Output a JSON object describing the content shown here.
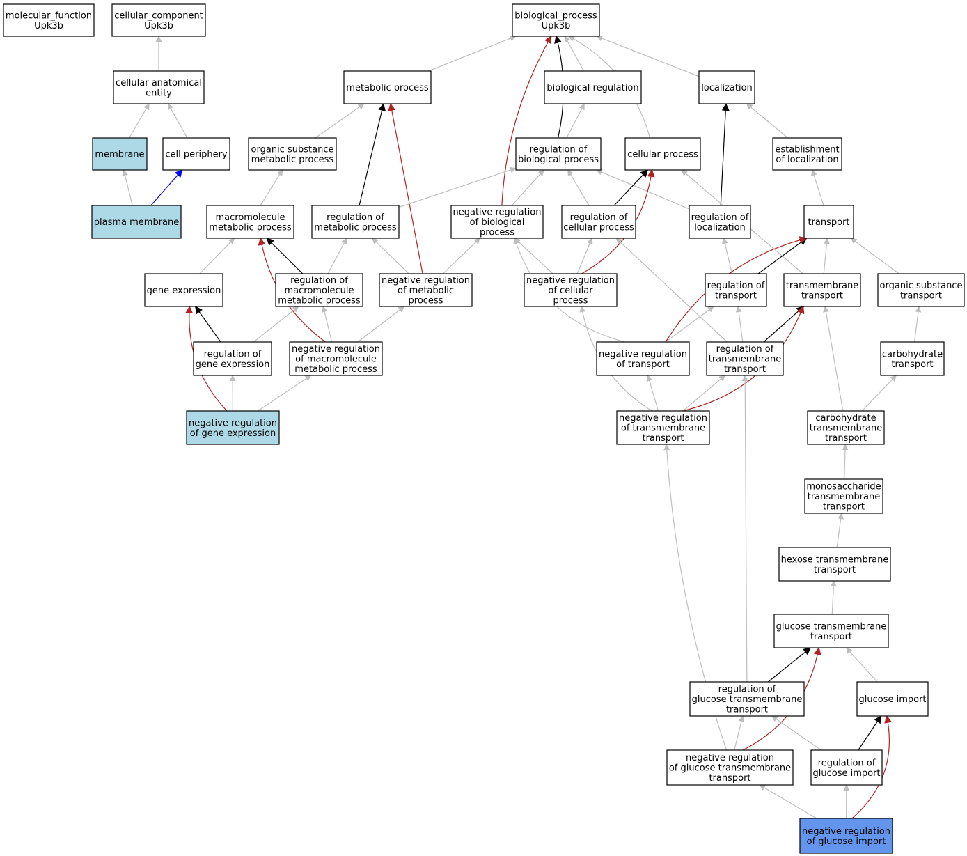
{
  "colors": {
    "default_fill": "#ffffff",
    "highlight_fill": "#add8e6",
    "query_fill": "#6495ed",
    "edge_is_a": "#bebebe",
    "edge_part_of": "#0000ff",
    "edge_regulates": "#000000",
    "edge_neg_regulates": "#b22222"
  },
  "nodes": [
    {
      "id": "mf",
      "lines": [
        "molecular_function",
        "Upk3b"
      ],
      "style": "default"
    },
    {
      "id": "cc",
      "lines": [
        "cellular_component",
        "Upk3b"
      ],
      "style": "default"
    },
    {
      "id": "bp",
      "lines": [
        "biological_process",
        "Upk3b"
      ],
      "style": "default"
    },
    {
      "id": "cae",
      "lines": [
        "cellular anatomical",
        "entity"
      ],
      "style": "default"
    },
    {
      "id": "membrane",
      "lines": [
        "membrane"
      ],
      "style": "highlight"
    },
    {
      "id": "cellperiph",
      "lines": [
        "cell periphery"
      ],
      "style": "default"
    },
    {
      "id": "plasmamem",
      "lines": [
        "plasma membrane"
      ],
      "style": "highlight"
    },
    {
      "id": "metab",
      "lines": [
        "metabolic process"
      ],
      "style": "default"
    },
    {
      "id": "bioreg",
      "lines": [
        "biological regulation"
      ],
      "style": "default"
    },
    {
      "id": "local",
      "lines": [
        "localization"
      ],
      "style": "default"
    },
    {
      "id": "orgsub",
      "lines": [
        "organic substance",
        "metabolic process"
      ],
      "style": "default"
    },
    {
      "id": "regbio",
      "lines": [
        "regulation of",
        "biological process"
      ],
      "style": "default"
    },
    {
      "id": "cellproc",
      "lines": [
        "cellular process"
      ],
      "style": "default"
    },
    {
      "id": "estloc",
      "lines": [
        "establishment",
        "of localization"
      ],
      "style": "default"
    },
    {
      "id": "macro",
      "lines": [
        "macromolecule",
        "metabolic process"
      ],
      "style": "default"
    },
    {
      "id": "regmetab",
      "lines": [
        "regulation of",
        "metabolic process"
      ],
      "style": "default"
    },
    {
      "id": "negregbio",
      "lines": [
        "negative regulation",
        "of biological",
        "process"
      ],
      "style": "default"
    },
    {
      "id": "regcell",
      "lines": [
        "regulation of",
        "cellular process"
      ],
      "style": "default"
    },
    {
      "id": "regloc",
      "lines": [
        "regulation of",
        "localization"
      ],
      "style": "default"
    },
    {
      "id": "transport",
      "lines": [
        "transport"
      ],
      "style": "default"
    },
    {
      "id": "geneexp",
      "lines": [
        "gene expression"
      ],
      "style": "default"
    },
    {
      "id": "regmacro",
      "lines": [
        "regulation of",
        "macromolecule",
        "metabolic process"
      ],
      "style": "default"
    },
    {
      "id": "negregmetab",
      "lines": [
        "negative regulation",
        "of metabolic",
        "process"
      ],
      "style": "default"
    },
    {
      "id": "negregcell",
      "lines": [
        "negative regulation",
        "of cellular",
        "process"
      ],
      "style": "default"
    },
    {
      "id": "regtrans",
      "lines": [
        "regulation of",
        "transport"
      ],
      "style": "default"
    },
    {
      "id": "tmtrans",
      "lines": [
        "transmembrane",
        "transport"
      ],
      "style": "default"
    },
    {
      "id": "orgsubtrans",
      "lines": [
        "organic substance",
        "transport"
      ],
      "style": "default"
    },
    {
      "id": "reggeneexp",
      "lines": [
        "regulation of",
        "gene expression"
      ],
      "style": "default"
    },
    {
      "id": "negregmacro",
      "lines": [
        "negative regulation",
        "of macromolecule",
        "metabolic process"
      ],
      "style": "default"
    },
    {
      "id": "negregtrans",
      "lines": [
        "negative regulation",
        "of transport"
      ],
      "style": "default"
    },
    {
      "id": "regtmtrans",
      "lines": [
        "regulation of",
        "transmembrane",
        "transport"
      ],
      "style": "default"
    },
    {
      "id": "carbtrans",
      "lines": [
        "carbohydrate",
        "transport"
      ],
      "style": "default"
    },
    {
      "id": "negreggeneexp",
      "lines": [
        "negative regulation",
        "of gene expression"
      ],
      "style": "highlight"
    },
    {
      "id": "negregtmtrans",
      "lines": [
        "negative regulation",
        "of transmembrane",
        "transport"
      ],
      "style": "default"
    },
    {
      "id": "carbtmtrans",
      "lines": [
        "carbohydrate",
        "transmembrane",
        "transport"
      ],
      "style": "default"
    },
    {
      "id": "monotm",
      "lines": [
        "monosaccharide",
        "transmembrane",
        "transport"
      ],
      "style": "default"
    },
    {
      "id": "hexosetm",
      "lines": [
        "hexose transmembrane",
        "transport"
      ],
      "style": "default"
    },
    {
      "id": "glucosetm",
      "lines": [
        "glucose transmembrane",
        "transport"
      ],
      "style": "default"
    },
    {
      "id": "regglutm",
      "lines": [
        "regulation of",
        "glucose transmembrane",
        "transport"
      ],
      "style": "default"
    },
    {
      "id": "glucimp",
      "lines": [
        "glucose import"
      ],
      "style": "default"
    },
    {
      "id": "negregglutm",
      "lines": [
        "negative regulation",
        "of glucose transmembrane",
        "transport"
      ],
      "style": "default"
    },
    {
      "id": "regglucimp",
      "lines": [
        "regulation of",
        "glucose import"
      ],
      "style": "default"
    },
    {
      "id": "negregglucimp",
      "lines": [
        "negative regulation",
        "of glucose import"
      ],
      "style": "query"
    }
  ],
  "edges": [
    {
      "from": "cae",
      "to": "cc",
      "type": "is_a"
    },
    {
      "from": "membrane",
      "to": "cae",
      "type": "is_a"
    },
    {
      "from": "cellperiph",
      "to": "cae",
      "type": "is_a"
    },
    {
      "from": "plasmamem",
      "to": "membrane",
      "type": "is_a"
    },
    {
      "from": "plasmamem",
      "to": "cellperiph",
      "type": "part_of"
    },
    {
      "from": "metab",
      "to": "bp",
      "type": "is_a"
    },
    {
      "from": "bioreg",
      "to": "bp",
      "type": "is_a"
    },
    {
      "from": "local",
      "to": "bp",
      "type": "is_a"
    },
    {
      "from": "cellproc",
      "to": "bp",
      "type": "is_a"
    },
    {
      "from": "regbio",
      "to": "bp",
      "type": "regulates"
    },
    {
      "from": "negregbio",
      "to": "bp",
      "type": "negatively_regulates"
    },
    {
      "from": "orgsub",
      "to": "metab",
      "type": "is_a"
    },
    {
      "from": "regmetab",
      "to": "metab",
      "type": "regulates"
    },
    {
      "from": "negregmetab",
      "to": "metab",
      "type": "negatively_regulates"
    },
    {
      "from": "regbio",
      "to": "bioreg",
      "type": "is_a"
    },
    {
      "from": "estloc",
      "to": "local",
      "type": "is_a"
    },
    {
      "from": "regloc",
      "to": "local",
      "type": "regulates"
    },
    {
      "from": "macro",
      "to": "orgsub",
      "type": "is_a"
    },
    {
      "from": "regmetab",
      "to": "regbio",
      "type": "is_a"
    },
    {
      "from": "negregbio",
      "to": "regbio",
      "type": "is_a"
    },
    {
      "from": "regcell",
      "to": "regbio",
      "type": "is_a"
    },
    {
      "from": "regloc",
      "to": "regbio",
      "type": "is_a"
    },
    {
      "from": "regcell",
      "to": "cellproc",
      "type": "regulates"
    },
    {
      "from": "negregcell",
      "to": "cellproc",
      "type": "negatively_regulates"
    },
    {
      "from": "tmtrans",
      "to": "cellproc",
      "type": "is_a"
    },
    {
      "from": "transport",
      "to": "estloc",
      "type": "is_a"
    },
    {
      "from": "geneexp",
      "to": "macro",
      "type": "is_a"
    },
    {
      "from": "regmacro",
      "to": "macro",
      "type": "regulates"
    },
    {
      "from": "negregmacro",
      "to": "macro",
      "type": "negatively_regulates"
    },
    {
      "from": "regmacro",
      "to": "regmetab",
      "type": "is_a"
    },
    {
      "from": "negregmetab",
      "to": "regmetab",
      "type": "is_a"
    },
    {
      "from": "negregmetab",
      "to": "negregbio",
      "type": "is_a"
    },
    {
      "from": "negregcell",
      "to": "negregbio",
      "type": "is_a"
    },
    {
      "from": "negregtrans",
      "to": "negregbio",
      "type": "is_a"
    },
    {
      "from": "negregcell",
      "to": "regcell",
      "type": "is_a"
    },
    {
      "from": "regtmtrans",
      "to": "regcell",
      "type": "is_a"
    },
    {
      "from": "regtrans",
      "to": "regloc",
      "type": "is_a"
    },
    {
      "from": "regtrans",
      "to": "transport",
      "type": "regulates"
    },
    {
      "from": "negregtrans",
      "to": "transport",
      "type": "negatively_regulates"
    },
    {
      "from": "tmtrans",
      "to": "transport",
      "type": "is_a"
    },
    {
      "from": "orgsubtrans",
      "to": "transport",
      "type": "is_a"
    },
    {
      "from": "reggeneexp",
      "to": "geneexp",
      "type": "regulates"
    },
    {
      "from": "negreggeneexp",
      "to": "geneexp",
      "type": "negatively_regulates"
    },
    {
      "from": "reggeneexp",
      "to": "regmacro",
      "type": "is_a"
    },
    {
      "from": "negregmacro",
      "to": "regmacro",
      "type": "is_a"
    },
    {
      "from": "negregmacro",
      "to": "negregmetab",
      "type": "is_a"
    },
    {
      "from": "negregtmtrans",
      "to": "negregcell",
      "type": "is_a"
    },
    {
      "from": "negregtrans",
      "to": "regtrans",
      "type": "is_a"
    },
    {
      "from": "regtmtrans",
      "to": "regtrans",
      "type": "is_a"
    },
    {
      "from": "regtmtrans",
      "to": "tmtrans",
      "type": "regulates"
    },
    {
      "from": "negregtmtrans",
      "to": "tmtrans",
      "type": "negatively_regulates"
    },
    {
      "from": "carbtmtrans",
      "to": "tmtrans",
      "type": "is_a"
    },
    {
      "from": "carbtrans",
      "to": "orgsubtrans",
      "type": "is_a"
    },
    {
      "from": "negreggeneexp",
      "to": "reggeneexp",
      "type": "is_a"
    },
    {
      "from": "negreggeneexp",
      "to": "negregmacro",
      "type": "is_a"
    },
    {
      "from": "negregtmtrans",
      "to": "negregtrans",
      "type": "is_a"
    },
    {
      "from": "negregtmtrans",
      "to": "regtmtrans",
      "type": "is_a"
    },
    {
      "from": "carbtmtrans",
      "to": "carbtrans",
      "type": "is_a"
    },
    {
      "from": "monotm",
      "to": "carbtmtrans",
      "type": "is_a"
    },
    {
      "from": "hexosetm",
      "to": "monotm",
      "type": "is_a"
    },
    {
      "from": "glucosetm",
      "to": "hexosetm",
      "type": "is_a"
    },
    {
      "from": "regglutm",
      "to": "glucosetm",
      "type": "regulates"
    },
    {
      "from": "negregglutm",
      "to": "glucosetm",
      "type": "negatively_regulates"
    },
    {
      "from": "glucimp",
      "to": "glucosetm",
      "type": "is_a"
    },
    {
      "from": "regglutm",
      "to": "regtmtrans",
      "type": "is_a"
    },
    {
      "from": "negregglutm",
      "to": "negregtmtrans",
      "type": "is_a"
    },
    {
      "from": "negregglutm",
      "to": "regglutm",
      "type": "is_a"
    },
    {
      "from": "regglucimp",
      "to": "regglutm",
      "type": "is_a"
    },
    {
      "from": "regglucimp",
      "to": "glucimp",
      "type": "regulates"
    },
    {
      "from": "negregglucimp",
      "to": "negregglutm",
      "type": "is_a"
    },
    {
      "from": "negregglucimp",
      "to": "regglucimp",
      "type": "is_a"
    },
    {
      "from": "negregglucimp",
      "to": "glucimp",
      "type": "negatively_regulates"
    }
  ]
}
